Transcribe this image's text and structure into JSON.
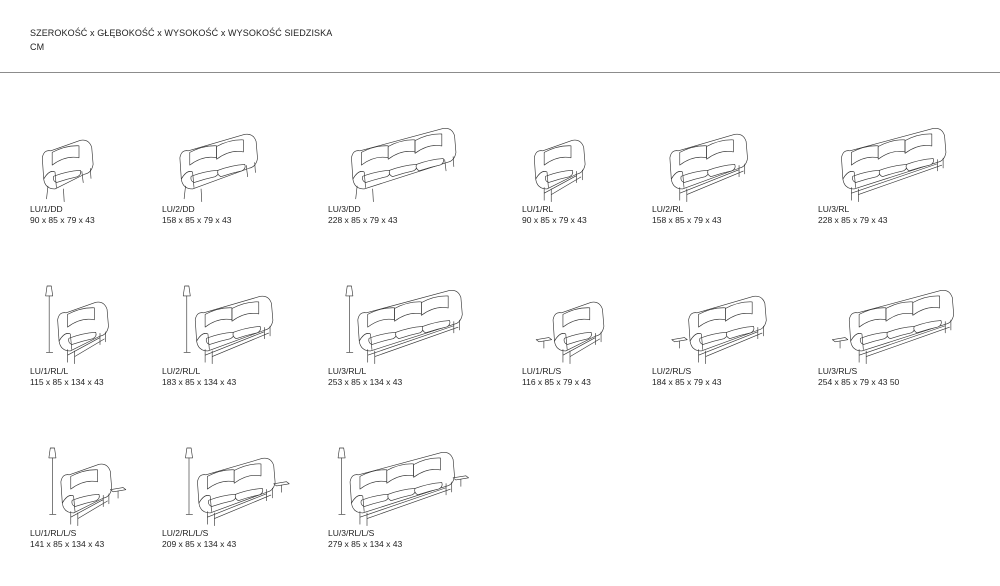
{
  "header": {
    "dimensions_label": "SZEROKOŚĆ x GŁĘBOKOŚĆ x WYSOKOŚĆ x WYSOKOŚĆ SIEDZISKA",
    "unit": "CM"
  },
  "items": [
    {
      "code": "LU/1/DD",
      "dims": "90 x 85 x 79 x 43",
      "seats": 1,
      "base": "legs",
      "lamp": false,
      "side_table": false
    },
    {
      "code": "LU/2/DD",
      "dims": "158 x 85 x 79 x 43",
      "seats": 2,
      "base": "legs",
      "lamp": false,
      "side_table": false
    },
    {
      "code": "LU/3/DD",
      "dims": "228 x 85 x 79 x 43",
      "seats": 3,
      "base": "legs",
      "lamp": false,
      "side_table": false
    },
    {
      "code": "LU/1/RL",
      "dims": "90 x 85 x 79 x 43",
      "seats": 1,
      "base": "frame",
      "lamp": false,
      "side_table": false
    },
    {
      "code": "LU/2/RL",
      "dims": "158 x 85 x 79 x 43",
      "seats": 2,
      "base": "frame",
      "lamp": false,
      "side_table": false
    },
    {
      "code": "LU/3/RL",
      "dims": "228 x 85 x 79 x 43",
      "seats": 3,
      "base": "frame",
      "lamp": false,
      "side_table": false
    },
    {
      "code": "LU/1/RL/L",
      "dims": "115 x 85 x 134 x 43",
      "seats": 1,
      "base": "frame",
      "lamp": true,
      "side_table": false
    },
    {
      "code": "LU/2/RL/L",
      "dims": "183 x 85 x 134 x 43",
      "seats": 2,
      "base": "frame",
      "lamp": true,
      "side_table": false
    },
    {
      "code": "LU/3/RL/L",
      "dims": "253 x 85 x 134 x 43",
      "seats": 3,
      "base": "frame",
      "lamp": true,
      "side_table": false
    },
    {
      "code": "LU/1/RL/S",
      "dims": "116 x 85 x 79 x 43",
      "seats": 1,
      "base": "frame",
      "lamp": false,
      "side_table": true
    },
    {
      "code": "LU/2/RL/S",
      "dims": "184 x 85 x 79 x 43",
      "seats": 2,
      "base": "frame",
      "lamp": false,
      "side_table": true
    },
    {
      "code": "LU/3/RL/S",
      "dims": "254 x 85 x 79 x 43 50",
      "seats": 3,
      "base": "frame",
      "lamp": false,
      "side_table": true
    },
    {
      "code": "LU/1/RL/L/S",
      "dims": "141 x 85 x 134 x 43",
      "seats": 1,
      "base": "frame",
      "lamp": true,
      "side_table": true
    },
    {
      "code": "LU/2/RL/L/S",
      "dims": "209 x 85 x 134 x 43",
      "seats": 2,
      "base": "frame",
      "lamp": true,
      "side_table": true
    },
    {
      "code": "LU/3/RL/L/S",
      "dims": "279 x 85 x 134 x 43",
      "seats": 3,
      "base": "frame",
      "lamp": true,
      "side_table": true
    }
  ]
}
